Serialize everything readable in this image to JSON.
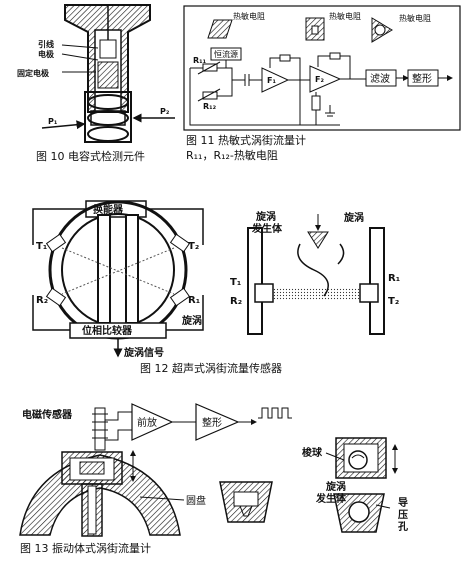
{
  "fig10": {
    "caption": "图 10  电容式检测元件",
    "label_lead": "引线",
    "label_electrode": "电极",
    "label_fixed_electrode": "固定电极",
    "label_p1": "P₁",
    "label_p2": "P₂"
  },
  "fig11": {
    "caption": "图 11  热敏式涡街流量计",
    "subcaption": "R₁₁，R₁₂-热敏电阻",
    "thermistor_label_1": "热敏电阻",
    "thermistor_label_2": "热敏电阻",
    "thermistor_label_3": "热敏电阻",
    "current_source": "恒流源",
    "r11": "R₁₁",
    "r12": "R₁₂",
    "f1": "F₁",
    "f2": "F₂",
    "filter": "滤波",
    "shaper": "整形"
  },
  "fig12": {
    "caption": "图 12  超声式涡街流量传感器",
    "transducer": "换能器",
    "t1": "T₁",
    "t2": "T₂",
    "r2": "R₂",
    "r1": "R₁",
    "vortex": "旋涡",
    "phase_comparator": "位相比较器",
    "vortex_signal": "旋涡信号",
    "vortex_generator": "旋涡\n发生体",
    "vortex_right": "旋涡",
    "t1_right": "T₁",
    "r2_right": "R₂",
    "r1_right": "R₁",
    "t2_right": "T₂"
  },
  "fig13": {
    "caption": "图 13  振动体式涡街流量计",
    "em_sensor": "电磁传感器",
    "preamp": "前放",
    "shaper": "整形",
    "disc": "圆盘",
    "shuttle_ball": "梭球",
    "vortex_gen_line1": "旋涡",
    "vortex_gen_line2": "发生体",
    "pressure_hole": "导\n压\n孔"
  }
}
